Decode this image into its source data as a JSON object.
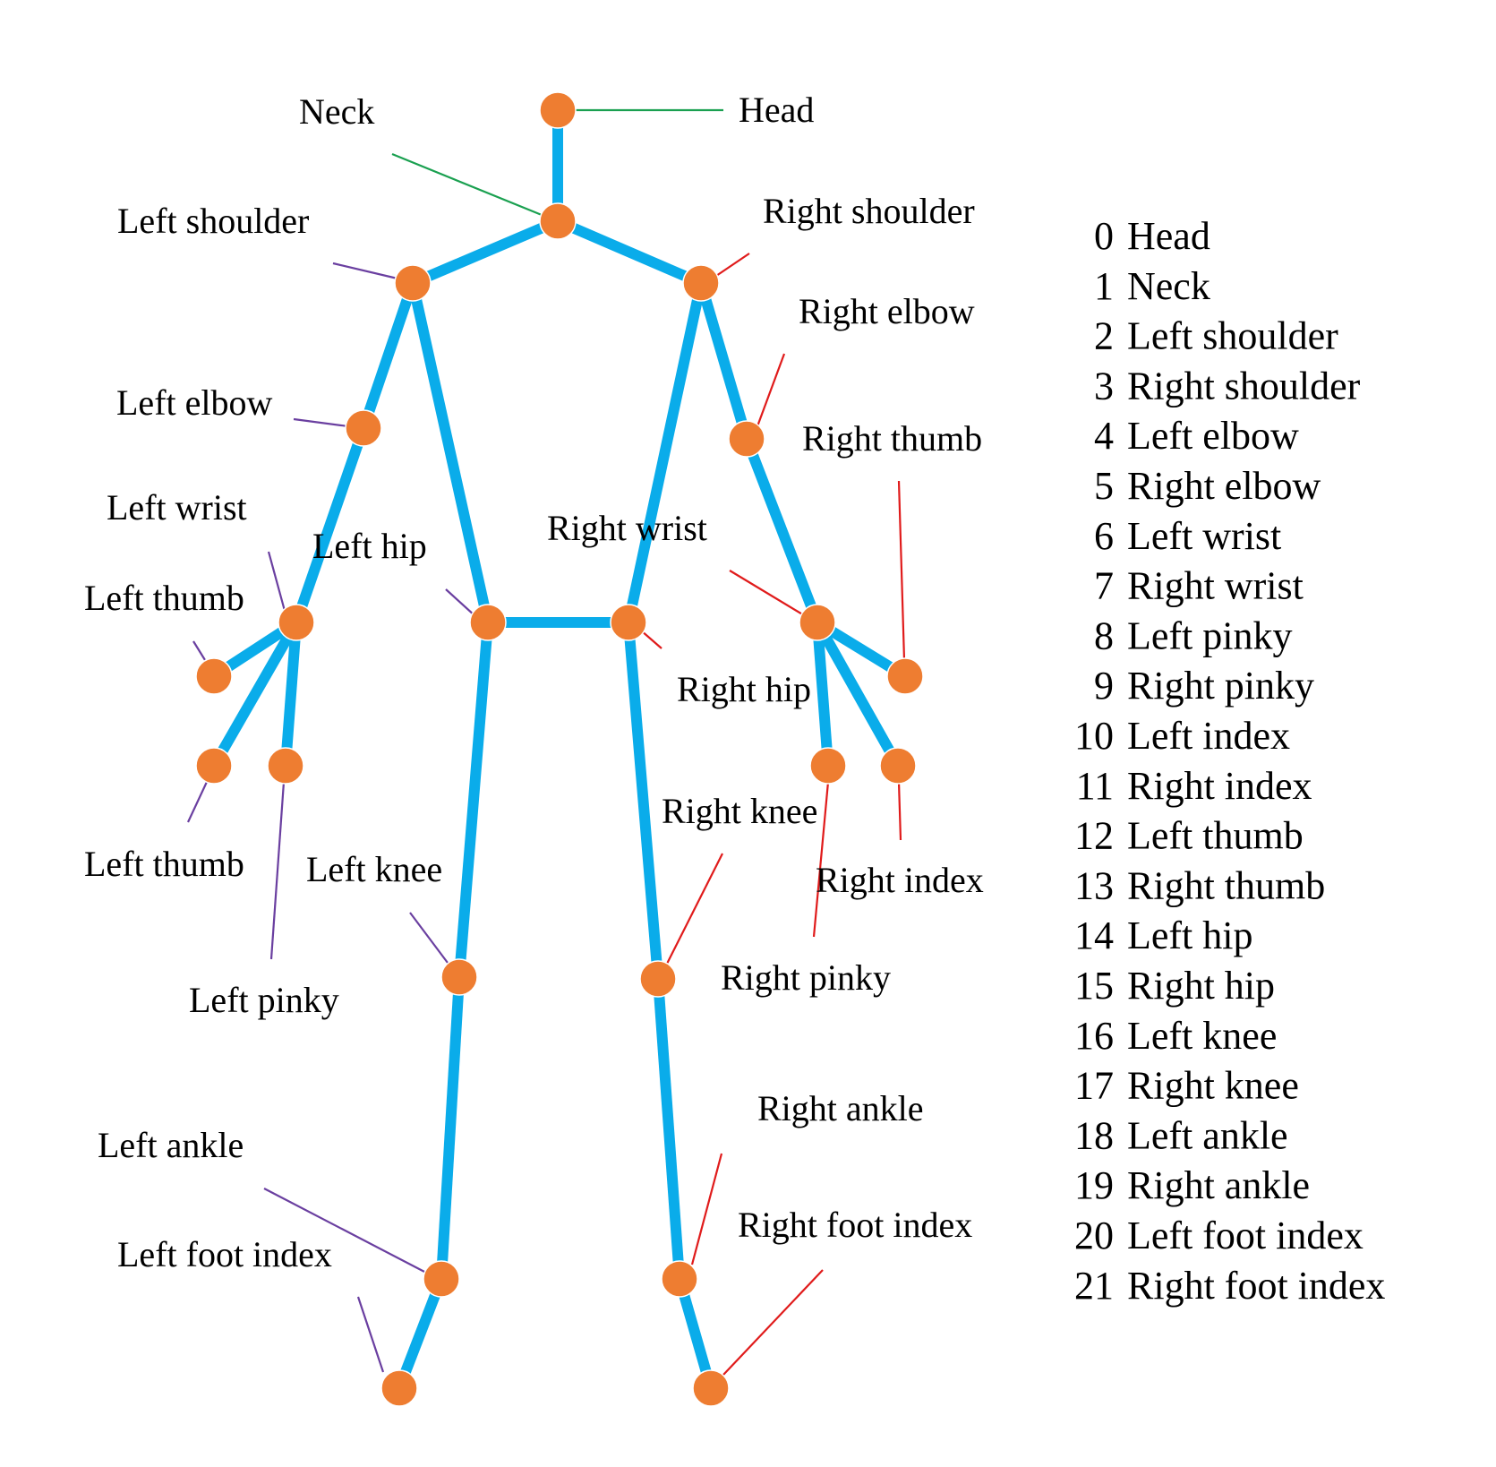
{
  "colors": {
    "bone": "#0aacea",
    "joint": "#ee7d31",
    "joint_edge": "#ffffff",
    "leader_center": "#1aa050",
    "leader_left": "#6a3fa0",
    "leader_right": "#e01b1b",
    "text": "#000000"
  },
  "labels": {
    "head": "Head",
    "neck": "Neck",
    "left_shoulder": "Left shoulder",
    "right_shoulder": "Right shoulder",
    "left_elbow": "Left elbow",
    "right_elbow": "Right elbow",
    "left_wrist": "Left wrist",
    "right_wrist": "Right wrist",
    "left_hip": "Left hip",
    "right_hip": "Right hip",
    "left_thumb_upper": "Left thumb",
    "left_thumb_lower": "Left thumb",
    "right_thumb": "Right thumb",
    "left_pinky": "Left pinky",
    "right_pinky": "Right pinky",
    "right_index": "Right index",
    "left_knee": "Left knee",
    "right_knee": "Right knee",
    "left_ankle": "Left ankle",
    "right_ankle": "Right ankle",
    "left_foot_index": "Left foot index",
    "right_foot_index": "Right foot index"
  },
  "keypoint_list": [
    {
      "id": "0",
      "name": "Head"
    },
    {
      "id": "1",
      "name": "Neck"
    },
    {
      "id": "2",
      "name": "Left shoulder"
    },
    {
      "id": "3",
      "name": "Right shoulder"
    },
    {
      "id": "4",
      "name": "Left elbow"
    },
    {
      "id": "5",
      "name": "Right elbow"
    },
    {
      "id": "6",
      "name": "Left wrist"
    },
    {
      "id": "7",
      "name": "Right wrist"
    },
    {
      "id": "8",
      "name": "Left pinky"
    },
    {
      "id": "9",
      "name": "Right pinky"
    },
    {
      "id": "10",
      "name": "Left index"
    },
    {
      "id": "11",
      "name": "Right index"
    },
    {
      "id": "12",
      "name": "Left thumb"
    },
    {
      "id": "13",
      "name": "Right thumb"
    },
    {
      "id": "14",
      "name": "Left hip"
    },
    {
      "id": "15",
      "name": "Right hip"
    },
    {
      "id": "16",
      "name": "Left knee"
    },
    {
      "id": "17",
      "name": "Right knee"
    },
    {
      "id": "18",
      "name": "Left ankle"
    },
    {
      "id": "19",
      "name": "Right ankle"
    },
    {
      "id": "20",
      "name": "Left foot index"
    },
    {
      "id": "21",
      "name": "Right foot index"
    }
  ]
}
